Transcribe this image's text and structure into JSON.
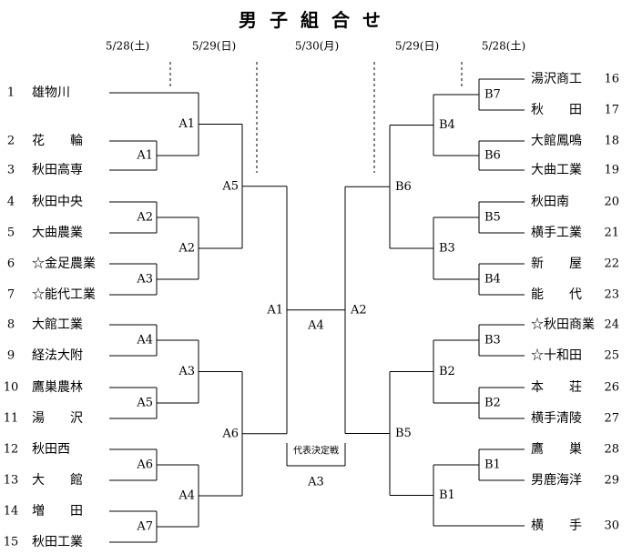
{
  "title": "男子組合せ",
  "dates": {
    "left_round1": "5/28(土)",
    "left_round2": "5/29(日)",
    "final": "5/30(月)",
    "right_round2": "5/29(日)",
    "right_round1": "5/28(土)"
  },
  "left_teams": [
    {
      "num": "1",
      "name": "雄物川"
    },
    {
      "num": "2",
      "name": "花　　輪"
    },
    {
      "num": "3",
      "name": "秋田高専"
    },
    {
      "num": "4",
      "name": "秋田中央"
    },
    {
      "num": "5",
      "name": "大曲農業"
    },
    {
      "num": "6",
      "name": "☆金足農業"
    },
    {
      "num": "7",
      "name": "☆能代工業"
    },
    {
      "num": "8",
      "name": "大館工業"
    },
    {
      "num": "9",
      "name": "経法大附"
    },
    {
      "num": "10",
      "name": "鷹巣農林"
    },
    {
      "num": "11",
      "name": "湯　　沢"
    },
    {
      "num": "12",
      "name": "秋田西"
    },
    {
      "num": "13",
      "name": "大　　館"
    },
    {
      "num": "14",
      "name": "増　　田"
    },
    {
      "num": "15",
      "name": "秋田工業"
    }
  ],
  "right_teams": [
    {
      "num": "16",
      "name": "湯沢商工"
    },
    {
      "num": "17",
      "name": "秋　　田"
    },
    {
      "num": "18",
      "name": "大館鳳鳴"
    },
    {
      "num": "19",
      "name": "大曲工業"
    },
    {
      "num": "20",
      "name": "秋田南"
    },
    {
      "num": "21",
      "name": "横手工業"
    },
    {
      "num": "22",
      "name": "新　　屋"
    },
    {
      "num": "23",
      "name": "能　　代"
    },
    {
      "num": "24",
      "name": "☆秋田商業"
    },
    {
      "num": "25",
      "name": "☆十和田"
    },
    {
      "num": "26",
      "name": "本　　荘"
    },
    {
      "num": "27",
      "name": "横手清陵"
    },
    {
      "num": "28",
      "name": "鷹　　巣"
    },
    {
      "num": "29",
      "name": "男鹿海洋"
    },
    {
      "num": "30",
      "name": "横　　手"
    }
  ],
  "game_labels": {
    "left_r1": [
      "A1",
      "A2",
      "A3",
      "A4",
      "A5",
      "A6",
      "A7"
    ],
    "left_r2": [
      "A1",
      "A2",
      "A3",
      "A4"
    ],
    "left_r3": [
      "A5",
      "A6"
    ],
    "left_semi": "A1",
    "right_r1": [
      "B7",
      "B6",
      "B5",
      "B4",
      "B3",
      "B2",
      "B1"
    ],
    "right_r2": [
      "B4",
      "B3",
      "B2",
      "B1"
    ],
    "right_r3": [
      "B6",
      "B5"
    ],
    "right_semi": "A2",
    "final": "A4",
    "playoff_note": "代表決定戦",
    "playoff": "A3"
  }
}
